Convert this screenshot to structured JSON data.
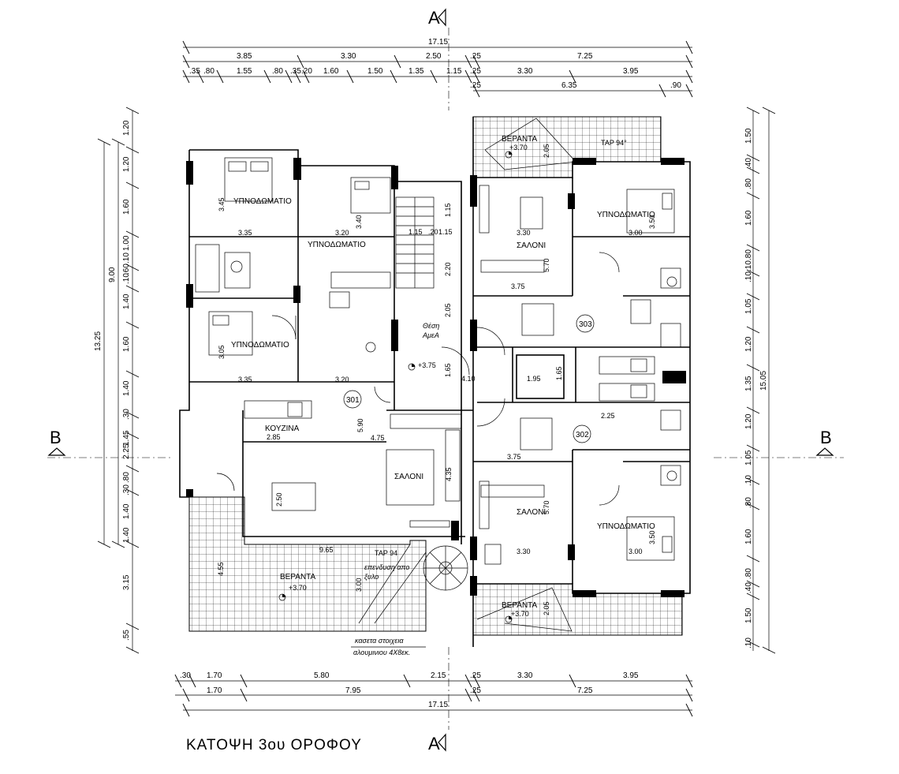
{
  "title": "ΚΑΤΟΨΗ 3ου ΟΡΟΦΟΥ",
  "section_marks": {
    "a": "A",
    "b": "B"
  },
  "top_dims": {
    "total": "17.15",
    "row1": [
      "3.85",
      "3.30",
      "2.50",
      ".25",
      "7.25"
    ],
    "row2": [
      ".35",
      ".80",
      "1.55",
      ".80",
      ".35",
      ".20",
      "1.60",
      "1.50",
      "1.35",
      "1.15",
      ".25",
      "3.30",
      "3.95"
    ],
    "row3": [
      ".25",
      "6.35",
      ".90"
    ]
  },
  "bottom_dims": {
    "row1": [
      ".30",
      "1.70",
      "5.80",
      "2.15",
      ".25",
      "3.30",
      "3.95"
    ],
    "row2": [
      "1.70",
      "7.95",
      ".25",
      "7.25"
    ],
    "total": "17.15"
  },
  "left_dims": {
    "total": "13.25",
    "mid": "9.00",
    "chain": [
      "1.20",
      "1.20",
      "1.60",
      "1.00",
      ".10",
      ".60",
      ".10",
      "1.40",
      "1.60",
      "1.40",
      ".30",
      "1.45",
      "2.25",
      ".80",
      ".30",
      "1.40",
      "1.40",
      "3.15",
      ".55"
    ]
  },
  "right_dims": {
    "total": "15.05",
    "chain": [
      "1.50",
      ".40",
      ".80",
      "1.60",
      ".80",
      ".10",
      ".10",
      "1.05",
      "1.20",
      "1.35",
      "1.20",
      "1.05",
      ".10",
      ".80",
      "1.60",
      ".80",
      ".40",
      "1.50",
      ".10"
    ]
  },
  "rooms": {
    "bed_a": "ΥΠΝΟΔΩΜΑΤΙΟ",
    "bed_b": "ΥΠΝΟΔΩΜΑΤΙΟ",
    "bed_c": "ΥΠΝΟΔΩΜΑΤΙΟ",
    "kitchen": "ΚΟΥΖΙΝΑ",
    "salon_301": "ΣΑΛΟΝΙ",
    "salon_303": "ΣΑΛΟΝΙ",
    "salon_302": "ΣΑΛΟΝΙ",
    "bed_303": "ΥΠΝΟΔΩΜΑΤΙΟ",
    "bed_302": "ΥΠΝΟΔΩΜΑΤΙΟ",
    "veranda_main": "ΒΕΡΑΝΤΑ",
    "veranda_top": "ΒΕΡΑΝΤΑ",
    "veranda_bottom": "ΒΕΡΑΝΤΑ",
    "amea_1": "Θέση",
    "amea_2": "ΑμεΑ"
  },
  "apartments": {
    "a301": "301",
    "a302": "302",
    "a303": "303"
  },
  "levels": {
    "main": "+3.70",
    "corridor": "+3.75",
    "top": "+3.70",
    "bottom": "+3.70"
  },
  "tap_labels": {
    "top": "ΤΑΡ 94°",
    "bottom": "ΤΑΡ 94"
  },
  "notes": {
    "cladding_1": "επενδυση απο",
    "cladding_2": "ξυλο",
    "cassette_1": "κασετα στοιχεια",
    "cassette_2": "αλουμινιου 4Χ8εκ."
  },
  "inner_dims": {
    "bed_a_w": "3.35",
    "bed_a_h": "3.45",
    "bed_b_w": "3.20",
    "bed_b_h": "3.40",
    "bed_c_w": "3.35",
    "bed_c_h": "3.05",
    "hall_w": "3.20",
    "kitchen_w": "2.85",
    "salon_w": "4.75",
    "salon_h": "5.90",
    "salon_d": "4.35",
    "dining_h": "2.50",
    "veranda_w": "9.65",
    "veranda_h": "4.55",
    "veranda_d": "3.00",
    "stair_a": "1.15",
    "stair_b": ".20",
    "stair_c": "1.15",
    "stair_h": "1.15",
    "stair_h2": "2.20",
    "corr_h": "2.05",
    "corr_h2": "1.65",
    "corr_w": "4.10",
    "lift_w": "1.95",
    "lift_h": "1.65",
    "s303_w": "3.30",
    "s303_h": "5.70",
    "s303_d": "3.75",
    "b303_w": "3.00",
    "b303_h": "3.50",
    "s302_w": "3.30",
    "s302_h": "5.70",
    "s302_d": "3.75",
    "b302_w": "3.00",
    "b302_h": "3.50",
    "k302_w": "2.25",
    "v_top_h": "2.05",
    "v_bot_h": "2.05"
  }
}
